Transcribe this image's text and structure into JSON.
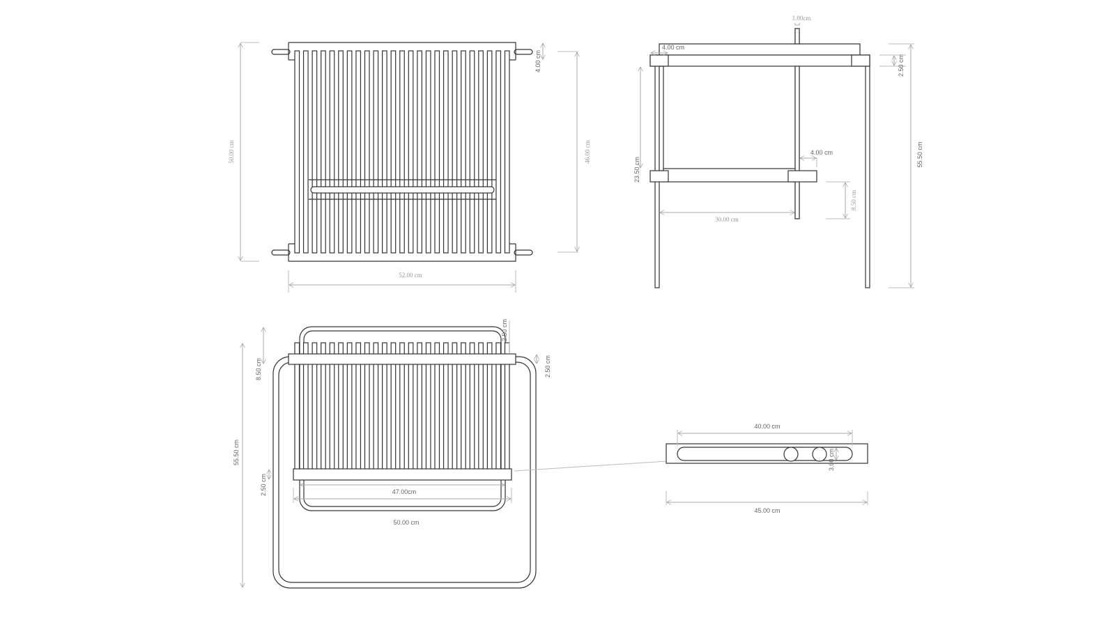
{
  "views": {
    "front": {
      "slat_count": 25,
      "dims": {
        "height_total": "50.00 cm",
        "height_inner": "46.00 cm",
        "rail": "4.00 cm",
        "width": "52.00 cm"
      }
    },
    "side": {
      "dims": {
        "post": "1.00cm",
        "block": "4.00 cm",
        "rail": "2.50 cm",
        "height": "55.50 cm",
        "shelf_height": "23.50 cm",
        "block2": "4.00 cm",
        "post_ext": "8.50 cm",
        "depth": "30.00 cm"
      }
    },
    "folded": {
      "slat_count": 25,
      "dims": {
        "top": "8.50 cm",
        "height": "55.50 cm",
        "rail_top": "2.50 cm",
        "rail_right": "2.50 cm",
        "rail_bottom": "2.50 cm",
        "inner_width": "47.00cm",
        "outer_width": "50.00 cm"
      }
    },
    "detail": {
      "dims": {
        "slot": "40.00 cm",
        "hole": "3.00 cm",
        "length": "45.00 cm"
      }
    }
  }
}
